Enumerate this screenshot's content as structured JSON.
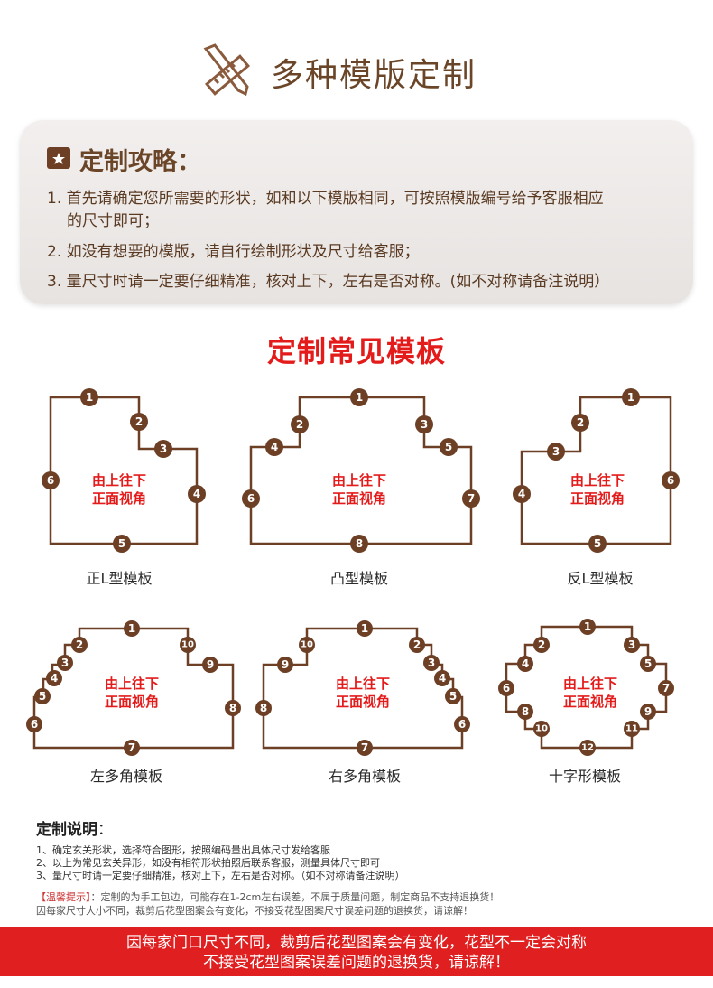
{
  "header": {
    "title": "多种模版定制",
    "icon": "pencil-ruler-icon"
  },
  "guide": {
    "title": "定制攻略：",
    "icon": "star-bag-icon",
    "items": [
      "1. 首先请确定您所需要的形状，如和以下模版相同，可按照模版编号给予客服相应",
      "的尺寸即可；",
      "2. 如没有想要的模版，请自行绘制形状及尺寸给客服；",
      "3. 量尺寸时请一定要仔细精准，核对上下，左右是否对称。(如不对称请备注说明）"
    ]
  },
  "section_title": "定制常见模板",
  "shape_label": [
    "由上往下",
    "正面视角"
  ],
  "templates": [
    {
      "name": "正L型模板"
    },
    {
      "name": "凸型模板"
    },
    {
      "name": "反L型模板"
    },
    {
      "name": "左多角模板"
    },
    {
      "name": "右多角模板"
    },
    {
      "name": "十字形模板"
    }
  ],
  "notes": {
    "title": "定制说明",
    "colon": "：",
    "lines": [
      "1、确定玄关形状，选择符合图形，按照编码量出具体尺寸发给客服",
      "2、以上为常见玄关异形，如没有相符形状拍照后联系客服，测量具体尺寸即可",
      "3、量尺寸时请一定要仔细精准，核对上下，左右是否对称。（如不对称请备注说明）"
    ]
  },
  "warm": {
    "prefix": "【温馨提示】",
    "line1": "：定制的为手工包边，可能存在1-2cm左右误差，不属于质量问题，制定商品不支持退换货！",
    "line2": "因每家尺寸大小不同，裁剪后花型图案会有变化，不接受花型图案尺寸误差问题的退换货，请谅解！"
  },
  "banner": {
    "line1": "因每家门口尺寸不同，裁剪后花型图案会有变化，花型不一定会对称",
    "line2": "不接受花型图案误差问题的退换货，请谅解！"
  },
  "colors": {
    "brown": "#6d3f25",
    "red": "#e41b1b",
    "banner": "#e02020"
  }
}
